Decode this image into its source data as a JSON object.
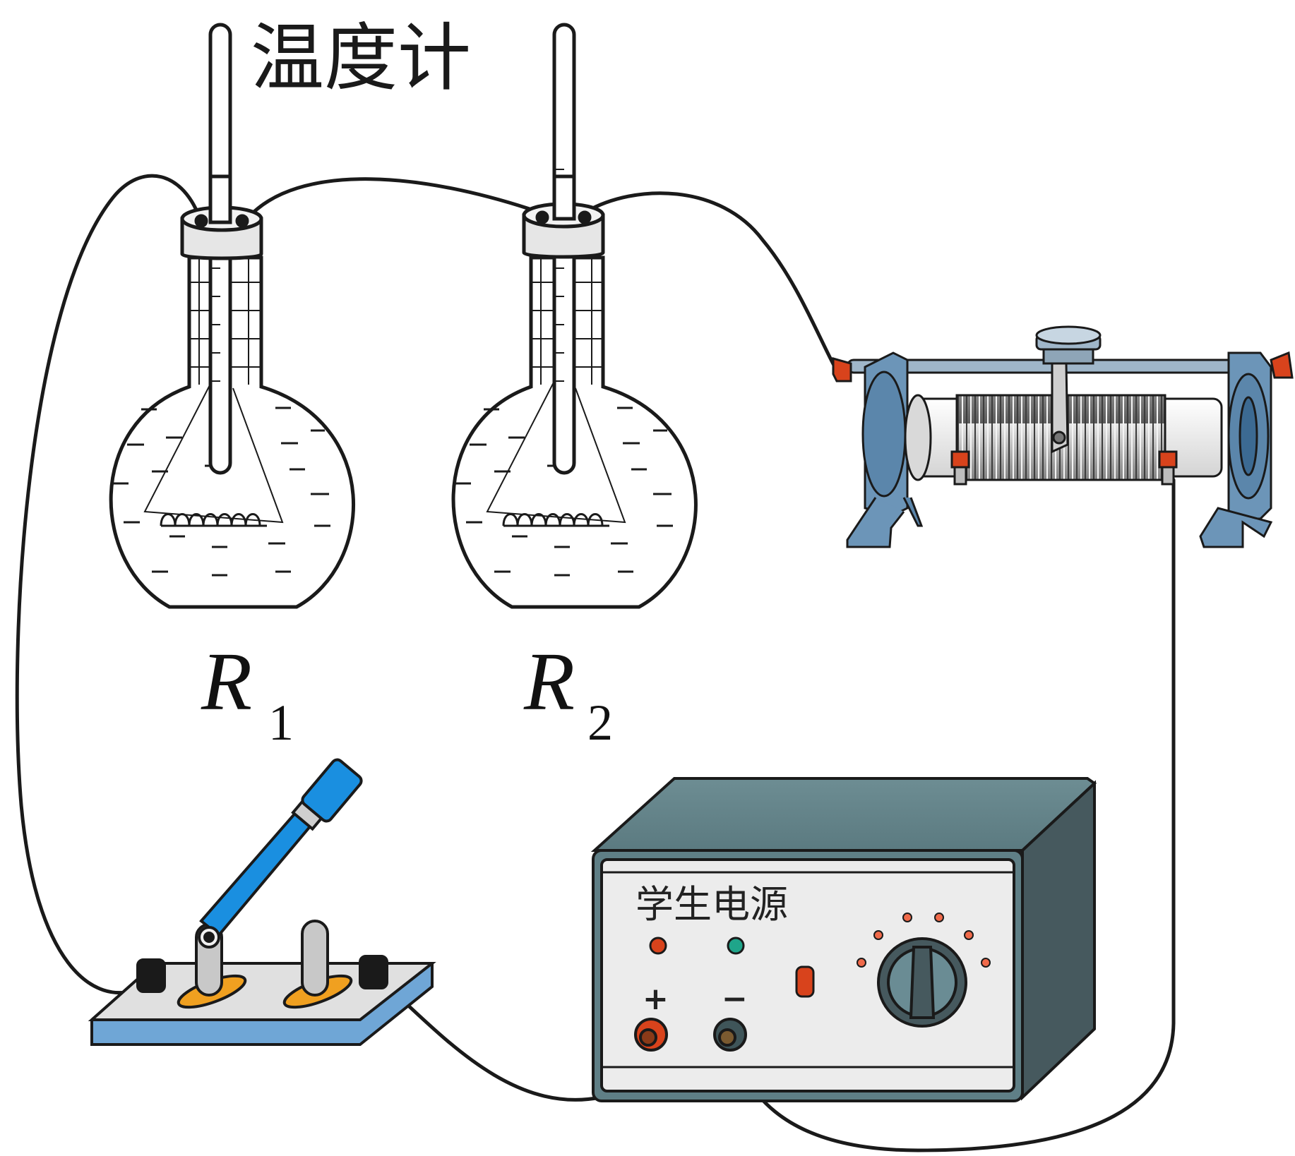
{
  "labels": {
    "thermometer": "温度计",
    "r1_main": "R",
    "r1_sub": "1",
    "r2_main": "R",
    "r2_sub": "2",
    "power_supply": "学生电源",
    "plus": "+",
    "minus": "−"
  },
  "colors": {
    "wire": "#1a1a1a",
    "flask_outline": "#1a1a1a",
    "psu_body": "#5f7f86",
    "psu_dark": "#46595e",
    "psu_panel": "#ececec",
    "switch_blue": "#1a8fe0",
    "base_blue": "#6fa6d6",
    "rheostat_blue": "#6c95b8",
    "terminal_red": "#d8431c",
    "indicator_green": "#1fa58a"
  },
  "icons": [
    "thermometer-icon",
    "flask-icon",
    "coil-icon",
    "knife-switch-icon",
    "rheostat-icon",
    "power-supply-icon",
    "knob-icon"
  ]
}
